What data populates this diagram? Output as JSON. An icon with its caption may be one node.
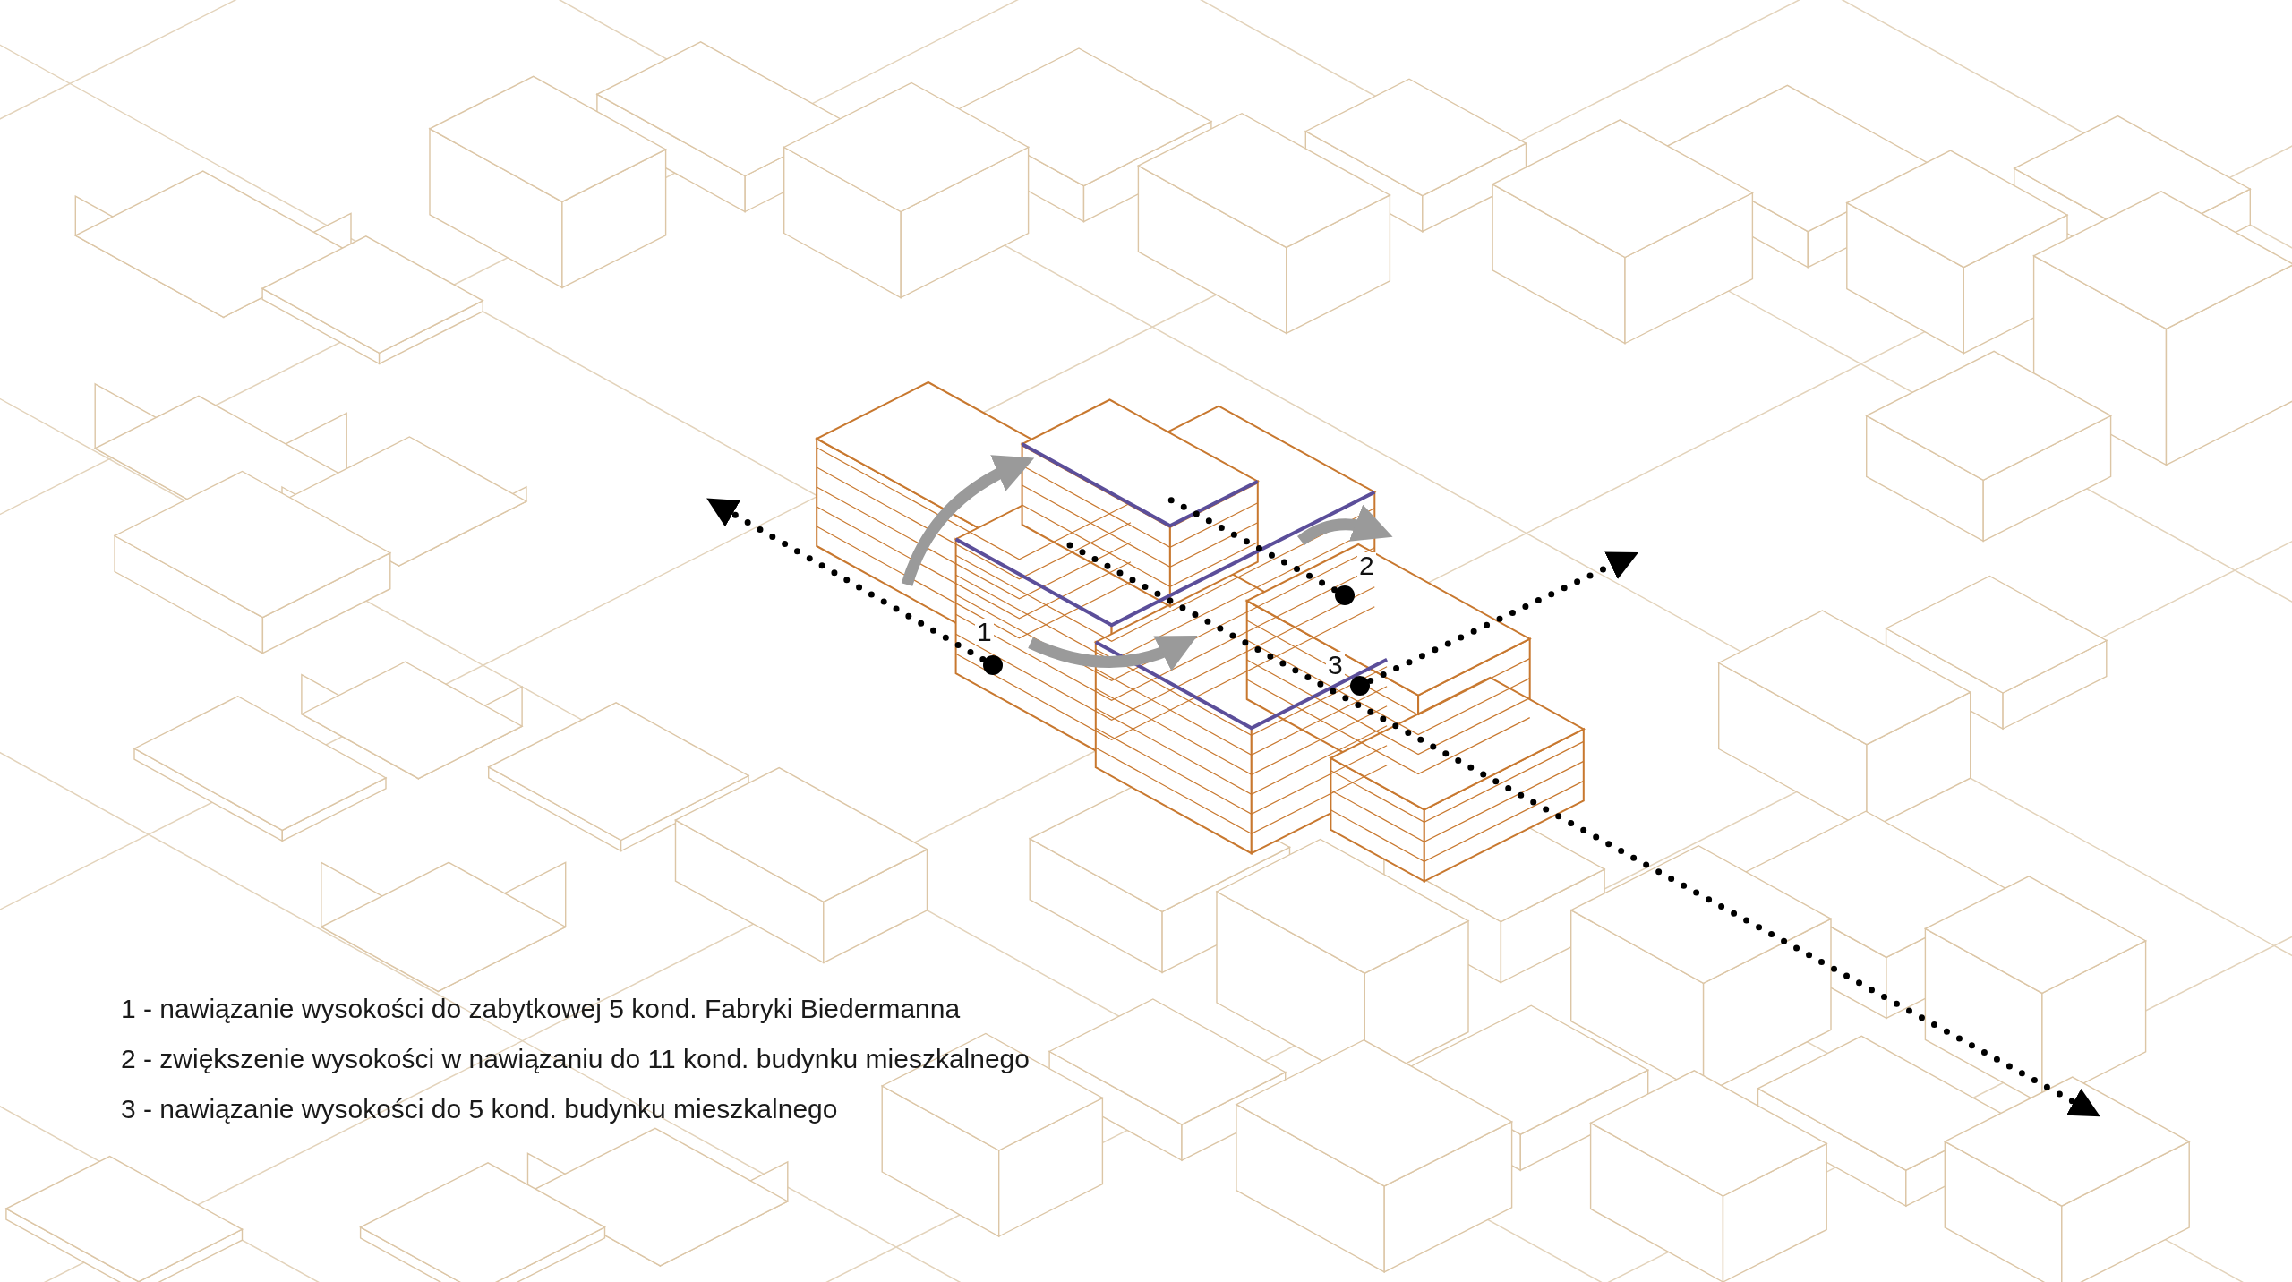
{
  "diagram": {
    "nodes": [
      {
        "text": [
          "1"
        ]
      },
      {
        "text": [
          "2"
        ]
      },
      {
        "text": [
          "3"
        ]
      }
    ],
    "edges": [
      {
        "from": 0,
        "to": null,
        "arrow": "to"
      },
      {
        "from": 1,
        "to": null,
        "arrow": "none"
      },
      {
        "from": 2,
        "to": null,
        "arrow": "to"
      }
    ],
    "labels": [
      "1 - nawiązanie wysokości do zabytkowej 5 kond. Fabryki Biedermanna",
      "2 - zwiększenie wysokości w nawiązaniu do 11 kond. budynku mieszkalnego",
      "3 - nawiązanie wysokości do 5 kond. budynku mieszkalnego"
    ]
  }
}
